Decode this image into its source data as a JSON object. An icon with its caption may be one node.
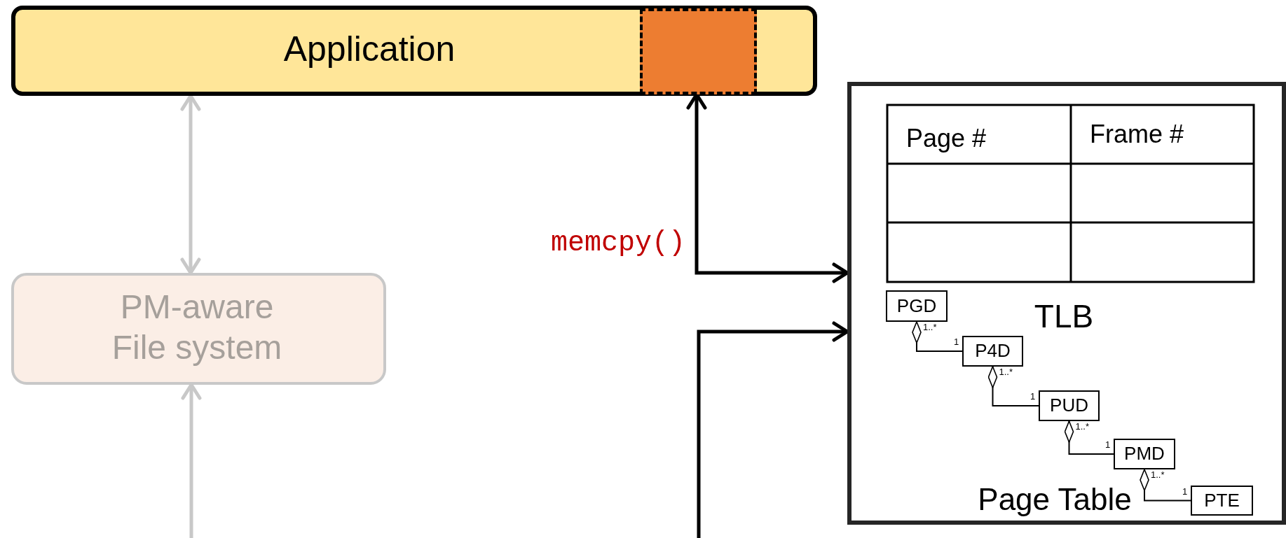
{
  "diagram": {
    "nodes": [
      {
        "text": [
          "Application"
        ]
      },
      {
        "text": [],
        "shape": "box",
        "in": 0
      },
      {
        "text": [
          "PM-aware File system"
        ]
      },
      {
        "text": [
          "TLB",
          "Page Table"
        ]
      },
      {
        "text": [
          "PGD"
        ],
        "in": 3
      },
      {
        "text": [
          "P4D"
        ],
        "in": 3
      },
      {
        "text": [
          "PUD"
        ],
        "in": 3
      },
      {
        "text": [
          "PMD"
        ],
        "in": 3
      },
      {
        "text": [
          "PTE"
        ],
        "in": 3
      }
    ],
    "edges": [
      {
        "from": 0,
        "to": 2,
        "arrow": "both",
        "color": "#c8c8c8",
        "style": "thick"
      },
      {
        "from": null,
        "to": 2,
        "arrow": "to",
        "color": "#c8c8c8",
        "style": "thick"
      },
      {
        "from": 1,
        "to": 3,
        "arrow": "both",
        "label": "memcpy()",
        "style": "thick"
      },
      {
        "from": null,
        "to": 3,
        "arrow": "to",
        "style": "thick"
      },
      {
        "from": 4,
        "to": 5,
        "arrow": "other"
      },
      {
        "from": 5,
        "to": 6,
        "arrow": "other"
      },
      {
        "from": 6,
        "to": 7,
        "arrow": "other"
      },
      {
        "from": 7,
        "to": 8,
        "arrow": "other"
      }
    ],
    "labels": [
      "Page #",
      "Frame #",
      "1..*",
      "1",
      "1..*",
      "1",
      "1..*",
      "1",
      "1..*",
      "1"
    ]
  }
}
